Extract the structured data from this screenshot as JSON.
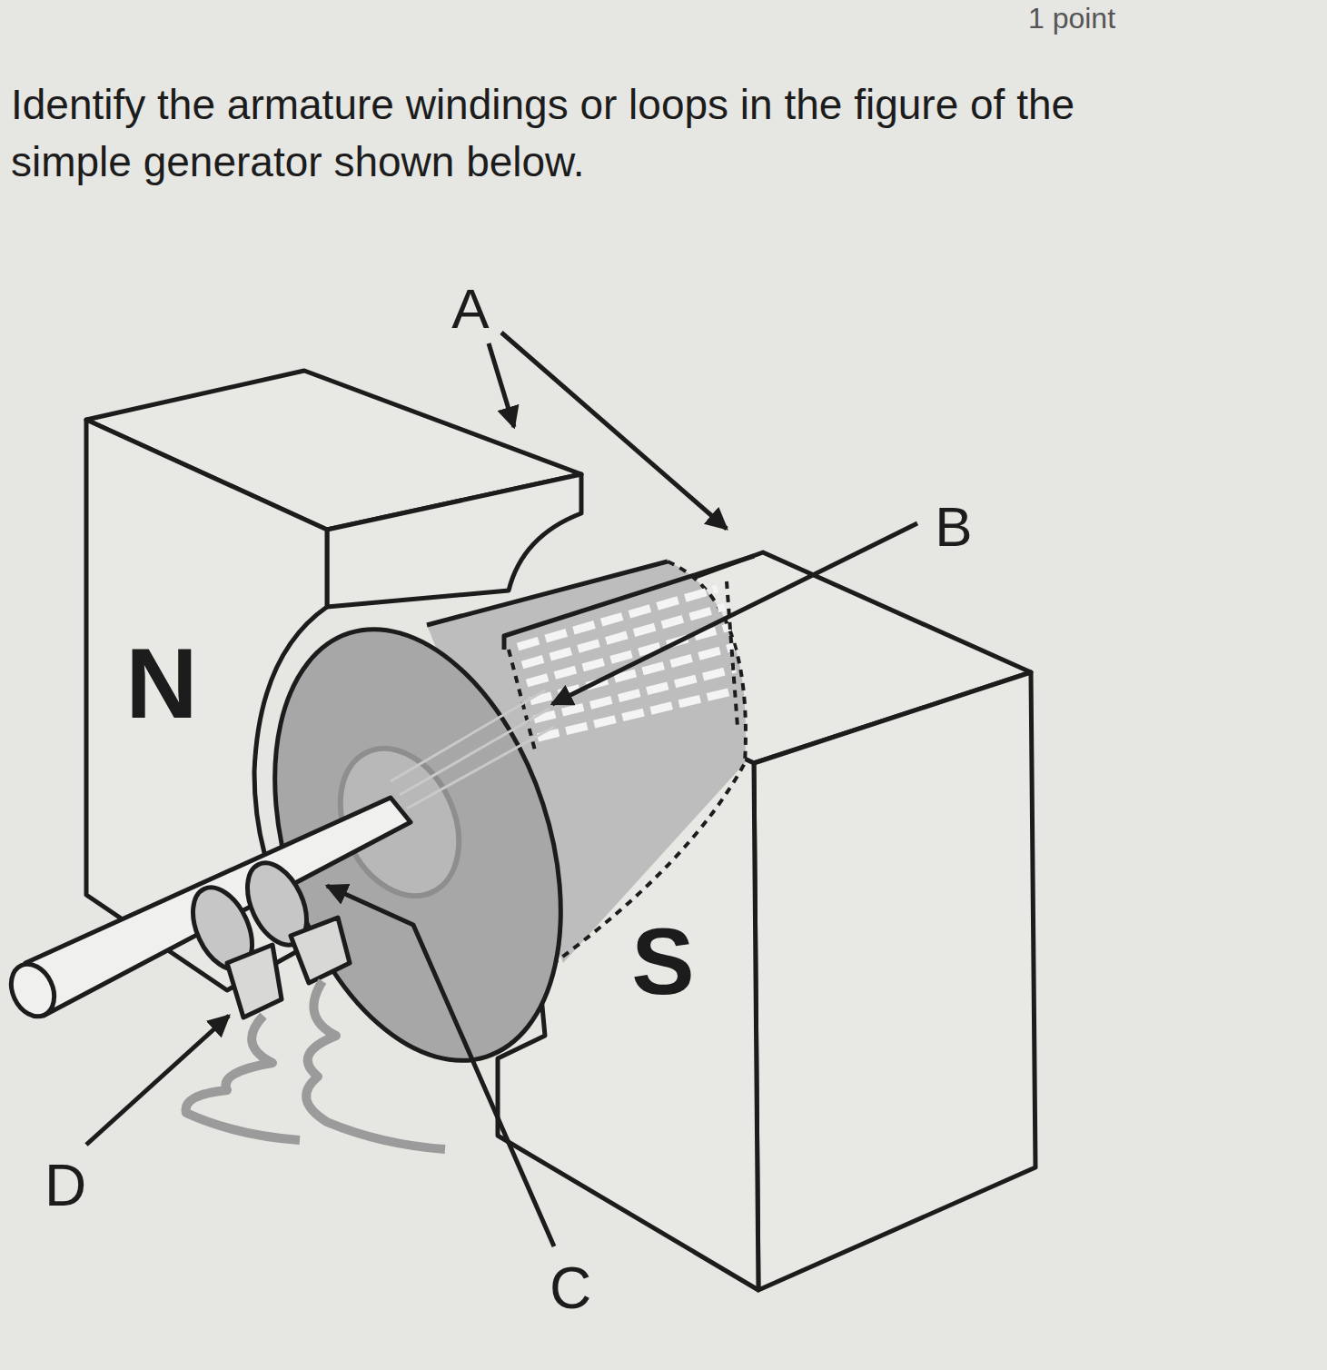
{
  "diagram": {
    "title": "Identify the armature windings or loops in the figure of the simple generator shown below.",
    "labels": [
      "1 point",
      "A",
      "B",
      "N",
      "S",
      "D",
      "C"
    ]
  }
}
